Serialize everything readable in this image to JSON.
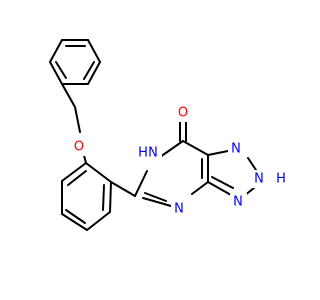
{
  "molecule": {
    "atoms": {
      "o_carbonyl": {
        "text": "O",
        "color": "#ff0000"
      },
      "o_ether": {
        "text": "O",
        "color": "#ff0000"
      },
      "n_h6": {
        "text": "H",
        "color": "#0000ff"
      },
      "n6": {
        "text": "N",
        "color": "#0000ff"
      },
      "n1": {
        "text": "N",
        "color": "#0000ff"
      },
      "n2": {
        "text": "N",
        "color": "#0000ff"
      },
      "n2_h": {
        "text": "H",
        "color": "#0000ff"
      },
      "n3": {
        "text": "N",
        "color": "#0000ff"
      },
      "n4": {
        "text": "N",
        "color": "#0000ff"
      }
    },
    "bond_color": "#000000"
  }
}
